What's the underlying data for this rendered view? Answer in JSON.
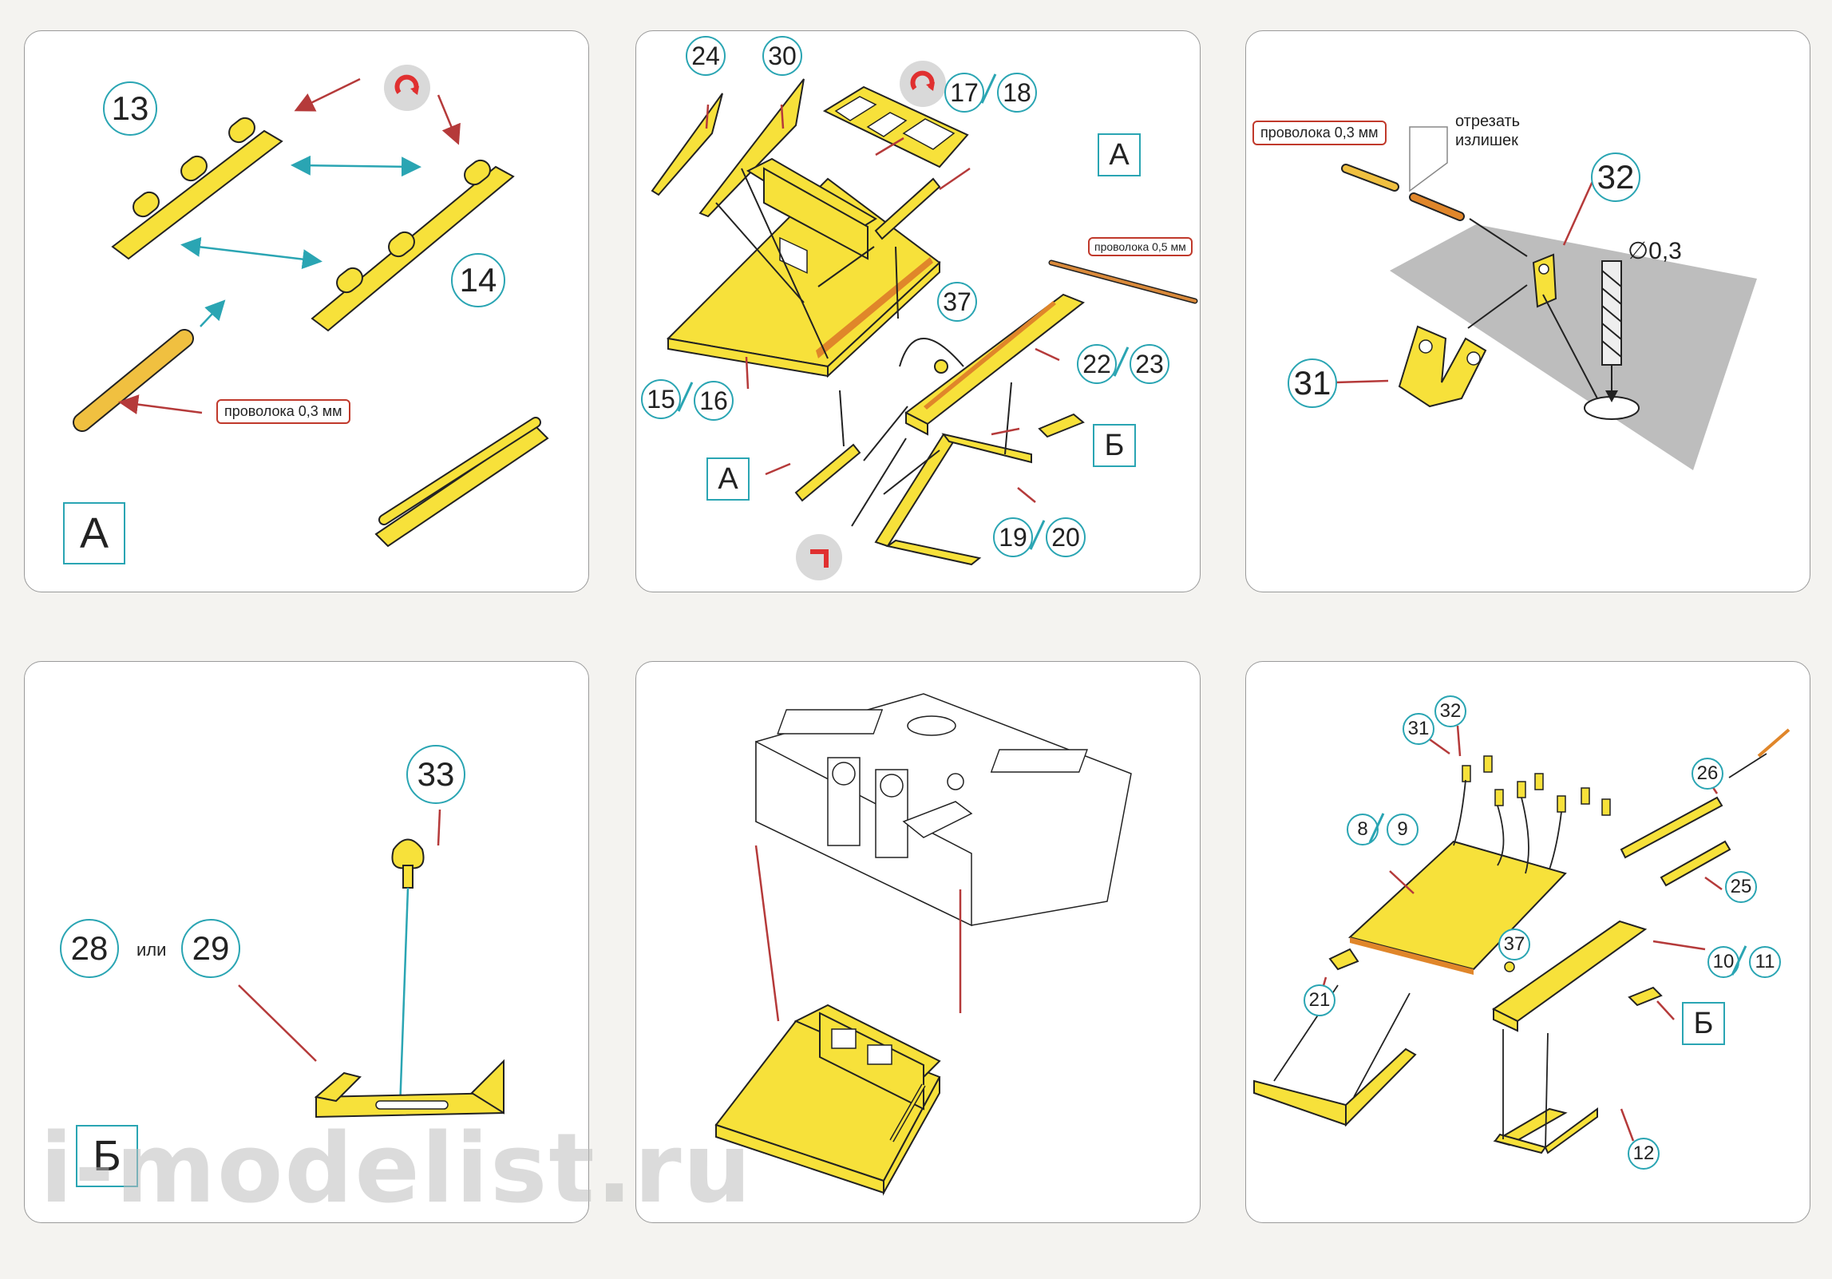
{
  "panel1": {
    "labels": {
      "p13": "13",
      "p14": "14"
    },
    "wire_tag": "проволока 0,3 мм",
    "box": "А",
    "rotate_icon": "rotate-cw-icon"
  },
  "panel2": {
    "labels": {
      "p24": "24",
      "p30": "30",
      "p17": "17",
      "p18": "18",
      "p37": "37",
      "p22": "22",
      "p23": "23",
      "p15": "15",
      "p16": "16",
      "p19": "19",
      "p20": "20"
    },
    "box_a_top": "А",
    "box_a_bottom": "А",
    "box_b": "Б",
    "wire_tag": "проволока 0,5 мм",
    "rotate_icon": "rotate-cw-icon",
    "bend_icon": "bend-corner-icon"
  },
  "panel3": {
    "labels": {
      "p32": "32",
      "p31": "31"
    },
    "wire_tag": "проволока 0,3 мм",
    "cut_line1": "отрезать",
    "cut_line2": "излишек",
    "diameter": "∅0,3"
  },
  "panel4": {
    "labels": {
      "p33": "33",
      "p28": "28",
      "p29": "29"
    },
    "or_text": "или",
    "box": "Б"
  },
  "panel6": {
    "labels": {
      "p32": "32",
      "p31": "31",
      "p26": "26",
      "p25": "25",
      "p8": "8",
      "p9": "9",
      "p37": "37",
      "p10": "10",
      "p11": "11",
      "p21": "21",
      "p12": "12"
    },
    "box": "Б"
  },
  "watermark": "i-modelist.ru",
  "colors": {
    "part": "#f7e13a",
    "part_edge": "#2a2a2a",
    "accent_arrow": "#b53a3a",
    "teal": "#2aa5b3",
    "copper": "#d9893a"
  }
}
